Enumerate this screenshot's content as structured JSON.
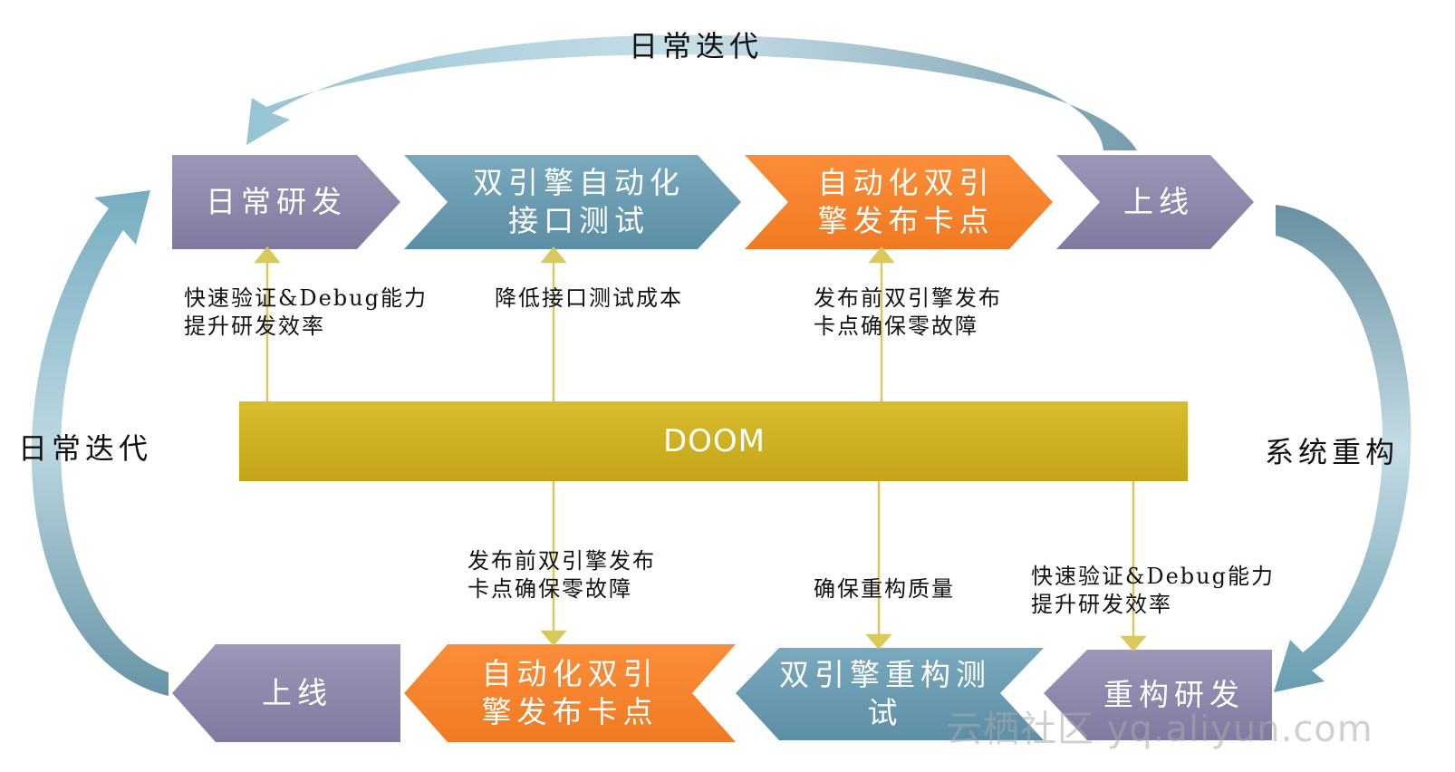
{
  "top_arc_label": "日常迭代",
  "left_arc_label": "日常迭代",
  "right_arc_label": "系统重构",
  "top_row": [
    {
      "lines": [
        "日常研发"
      ],
      "color": "#8e89ac"
    },
    {
      "lines": [
        "双引擎自动化",
        "接口测试"
      ],
      "color": "#6a9ab0"
    },
    {
      "lines": [
        "自动化双引",
        "擎发布卡点"
      ],
      "color": "#f6822e"
    },
    {
      "lines": [
        "上线"
      ],
      "color": "#8e89ac"
    }
  ],
  "bottom_row": [
    {
      "lines": [
        "上线"
      ],
      "color": "#8e89ac"
    },
    {
      "lines": [
        "自动化双引",
        "擎发布卡点"
      ],
      "color": "#f6822e"
    },
    {
      "lines": [
        "双引擎重构测试"
      ],
      "color": "#6a9ab0"
    },
    {
      "lines": [
        "重构研发"
      ],
      "color": "#8e89ac"
    }
  ],
  "center_bar": {
    "label": "DOOM",
    "color": "#cdb021"
  },
  "upper_notes": [
    {
      "lines": [
        "快速验证&Debug能力",
        "提升研发效率"
      ]
    },
    {
      "lines": [
        "降低接口测试成本"
      ]
    },
    {
      "lines": [
        "发布前双引擎发布",
        "卡点确保零故障"
      ]
    }
  ],
  "lower_notes": [
    {
      "lines": [
        "发布前双引擎发布",
        "卡点确保零故障"
      ]
    },
    {
      "lines": [
        "确保重构质量"
      ]
    },
    {
      "lines": [
        "快速验证&Debug能力",
        "提升研发效率"
      ]
    }
  ],
  "watermark": "云栖社区 yq.aliyun.com",
  "colors": {
    "arc": "#7fb2c2",
    "connector": "#d9c85a"
  }
}
